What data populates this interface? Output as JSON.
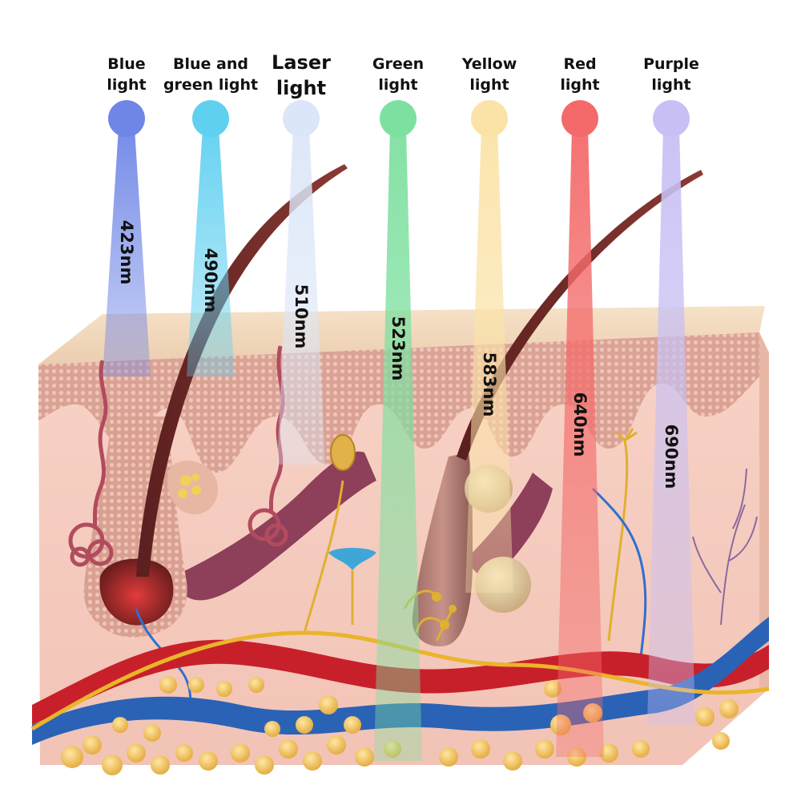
{
  "lights": [
    {
      "line1": "Blue",
      "line2": "light",
      "wavelength": "423nm",
      "color": "#6f86e6"
    },
    {
      "line1": "Blue and",
      "line2": "green light",
      "wavelength": "490nm",
      "color": "#5fd0f0"
    },
    {
      "line1": "Laser",
      "line2": "light",
      "wavelength": "510nm",
      "color": "#dbe6f8"
    },
    {
      "line1": "Green",
      "line2": "light",
      "wavelength": "523nm",
      "color": "#7ee0a0"
    },
    {
      "line1": "Yellow",
      "line2": "light",
      "wavelength": "583nm",
      "color": "#fbe3a8"
    },
    {
      "line1": "Red",
      "line2": "light",
      "wavelength": "640nm",
      "color": "#f46a6a"
    },
    {
      "line1": "Purple",
      "line2": "light",
      "wavelength": "690nm",
      "color": "#c8c0f4"
    }
  ]
}
